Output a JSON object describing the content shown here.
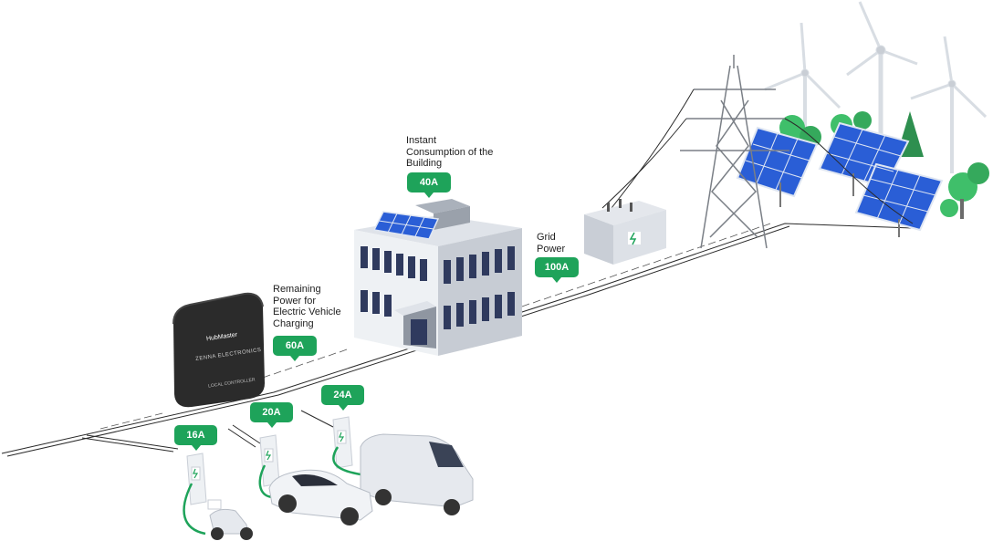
{
  "colors": {
    "accent": "#1ea35a",
    "controller": "#2b2b2b",
    "building_glass": "#2f3a5e",
    "solar_panel": "#2a5ed6",
    "tree": "#3fbf6a"
  },
  "labels": {
    "building": "Instant\nConsumption of the\nBuilding",
    "grid": "Grid\nPower",
    "remaining": "Remaining\nPower for\nElectric Vehicle\nCharging"
  },
  "badges": {
    "building": "40A",
    "grid": "100A",
    "remaining": "60A",
    "charger1": "16A",
    "charger2": "20A",
    "charger3": "24A"
  },
  "controller": {
    "logo": "HubMaster",
    "brand": "ZENNA ELECTRONICS",
    "caption": "LOCAL CONTROLLER"
  },
  "icons": [
    "wind-turbine-icon",
    "transmission-tower-icon",
    "transformer-icon",
    "solar-panel-icon",
    "ev-charger-icon",
    "car-icon",
    "van-icon",
    "scooter-icon"
  ]
}
